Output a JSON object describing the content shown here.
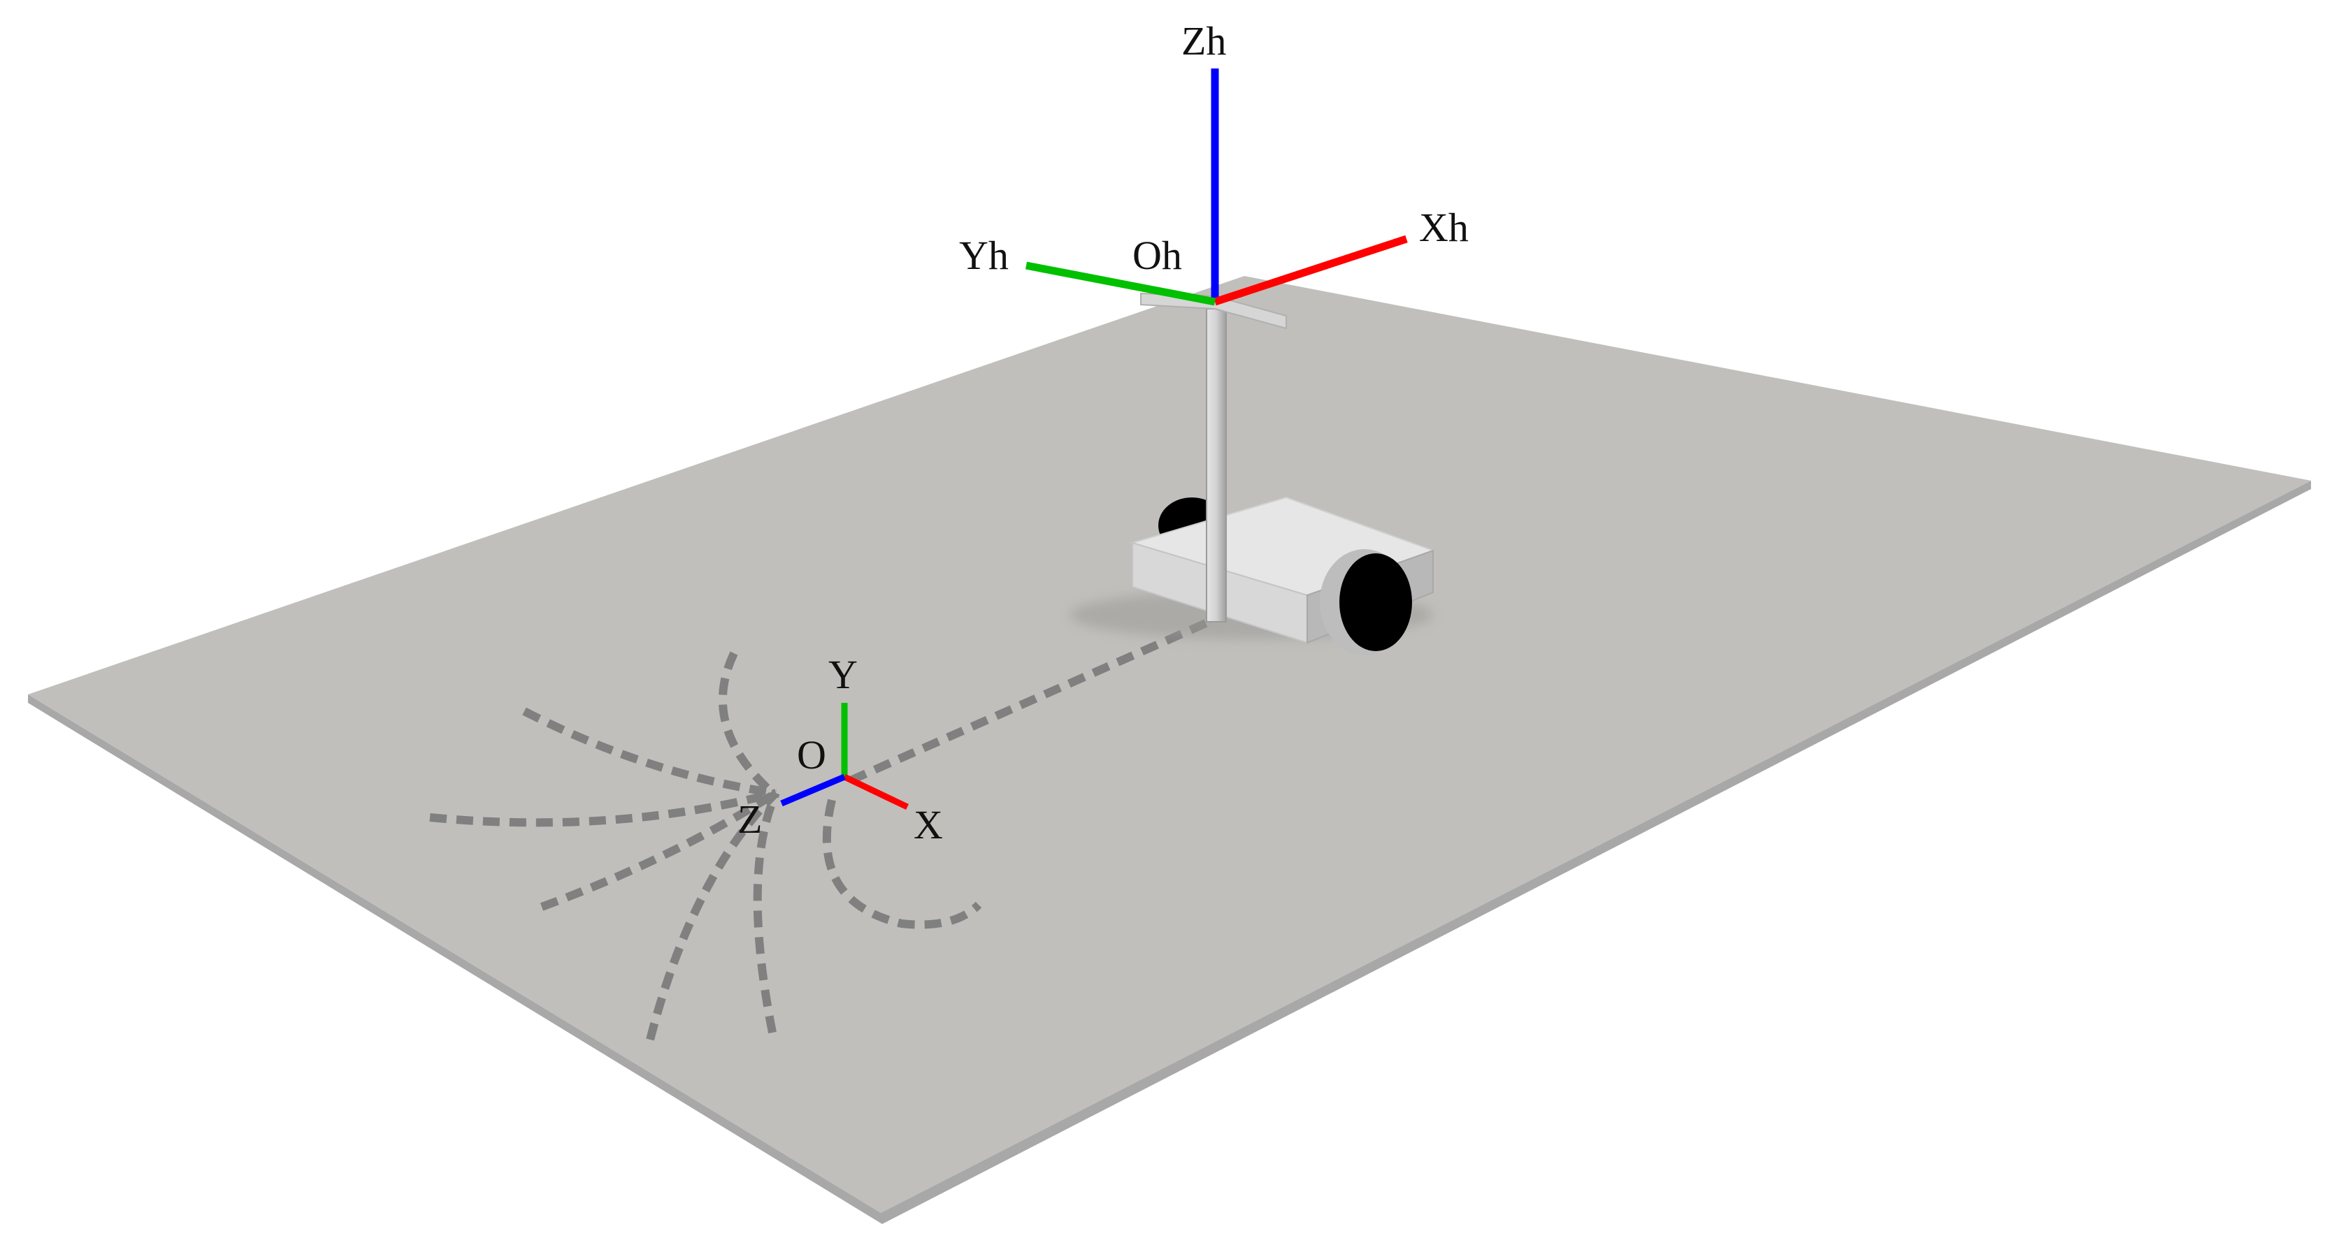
{
  "labels": {
    "world_origin": "O",
    "world_x": "X",
    "world_y": "Y",
    "world_z": "Z",
    "head_origin": "Oh",
    "head_x": "Xh",
    "head_y": "Yh",
    "head_z": "Zh"
  },
  "colors": {
    "x_axis": "#ff0000",
    "y_axis": "#00c000",
    "z_axis": "#0000ff",
    "floor": "#c0bfbb",
    "floor_edge": "#a8a8a8",
    "path": "#808080",
    "robot_body": "#e2e2e2",
    "wheel": "#000000"
  }
}
